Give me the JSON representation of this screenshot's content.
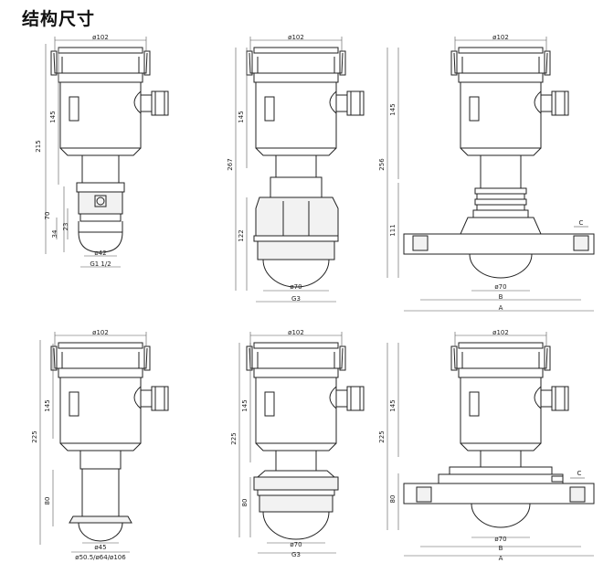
{
  "title": "结构尺寸",
  "diagram": {
    "dims": {
      "d102": "ø102",
      "h145": "145",
      "h215": "215",
      "h70": "70",
      "h34": "34",
      "h23": "23",
      "d42": "ø42",
      "g1_2": "G1 1/2",
      "h267": "267",
      "h122": "122",
      "d70": "ø70",
      "g3": "G3",
      "h256": "256",
      "h111": "111",
      "c": "C",
      "b": "B",
      "a": "A",
      "h225": "225",
      "h80": "80",
      "d45": "ø45",
      "clamp": "ø50.5/ø64/ø106"
    }
  }
}
